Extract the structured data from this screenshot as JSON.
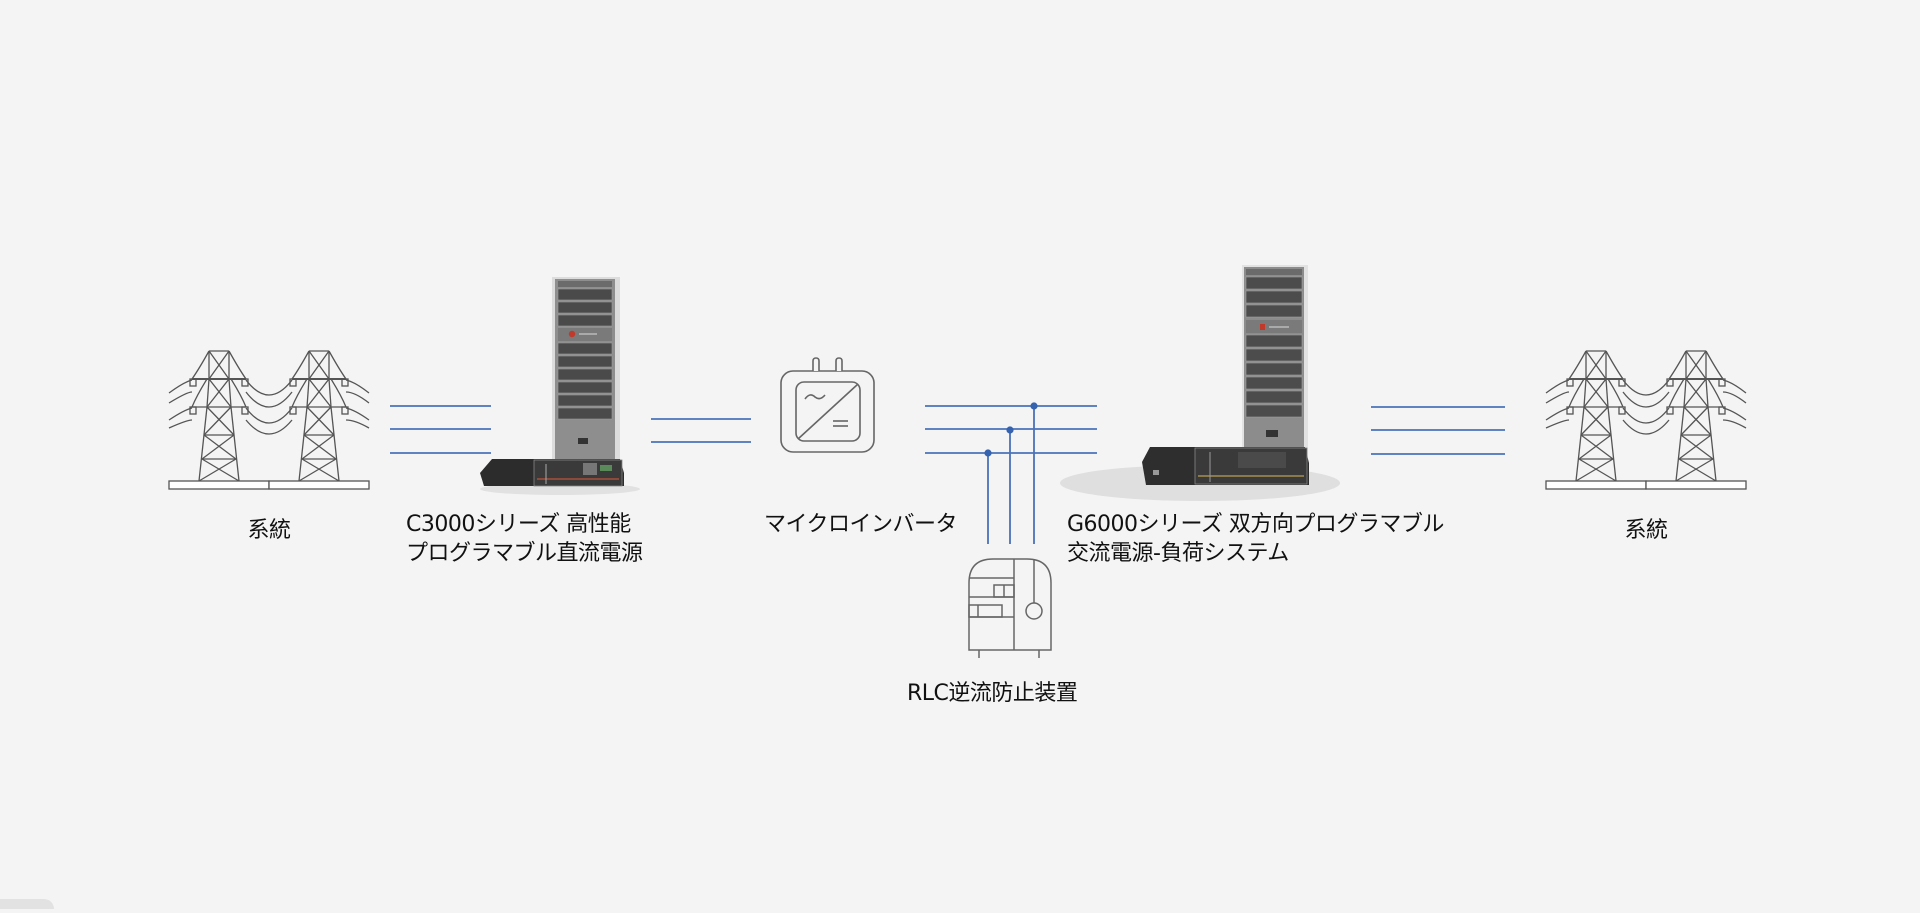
{
  "diagram": {
    "title": "Micro inverter test system",
    "line_color": "#4a72b8",
    "nodes": [
      {
        "id": "grid-left",
        "label": "系統",
        "icon": "transmission-tower-icon"
      },
      {
        "id": "dc-source",
        "label_line1": "C3000シリーズ 高性能",
        "label_line2": "プログラマブル直流電源",
        "icon": "dc-power-supply-rack-image"
      },
      {
        "id": "micro-inverter",
        "label": "マイクロインバータ",
        "icon": "inverter-icon"
      },
      {
        "id": "rlc",
        "label": "RLC逆流防止装置",
        "icon": "rlc-load-cabinet-icon"
      },
      {
        "id": "ac-source",
        "label_line1": "G6000シリーズ 双方向プログラマブル",
        "label_line2": "交流電源-負荷システム",
        "icon": "ac-power-load-rack-image"
      },
      {
        "id": "grid-right",
        "label": "系統",
        "icon": "transmission-tower-icon"
      }
    ],
    "connections": [
      {
        "from": "grid-left",
        "to": "dc-source",
        "wires": 3
      },
      {
        "from": "dc-source",
        "to": "micro-inverter",
        "wires": 2
      },
      {
        "from": "micro-inverter",
        "to": "ac-source",
        "wires": 3,
        "taps": "rlc"
      },
      {
        "from": "ac-source",
        "to": "grid-right",
        "wires": 3
      }
    ]
  }
}
